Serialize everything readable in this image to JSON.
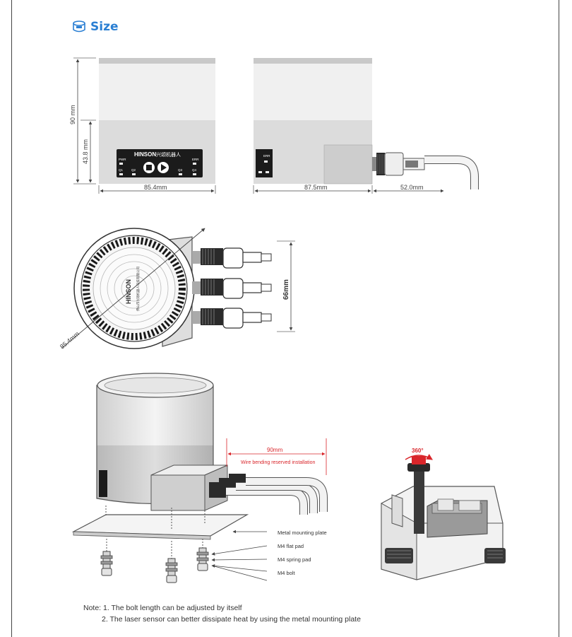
{
  "header": {
    "title": "Size",
    "icon": "sensor-icon",
    "accent": "#2a7fd3"
  },
  "front_view": {
    "dim_height_total": "90 mm",
    "dim_height_lower": "43.8 mm",
    "dim_width": "85.4mm",
    "panel": {
      "brand": "HINSON",
      "brand_cn": "兴颂机器人",
      "led_pwr": "PWR",
      "led_err": "ERR",
      "led_q1": "Q1",
      "led_q2": "Q2",
      "led_q3": "Q3",
      "led_q4": "Q4"
    }
  },
  "side_view": {
    "dim_body": "87.5mm",
    "dim_cable": "52.0mm",
    "led_err": "ERR"
  },
  "top_view": {
    "dim_diameter": "85.4mm",
    "dim_connectors": "66mm",
    "label_brand": "HINSON",
    "label_cn": "佛山市兴颂机器人科技有限公司"
  },
  "install_view": {
    "dim_bend": "90mm",
    "bend_note": "Wire bending reserved installation",
    "callouts": [
      "Metal mounting plate",
      "M4 flat pad",
      "M4 spring pad",
      "M4 bolt"
    ]
  },
  "robot_view": {
    "rotation": "360°",
    "accent": "#d9262b"
  },
  "notes": {
    "line1": "Note: 1. The bolt length can be adjusted by itself",
    "line2": "2. The laser sensor can better dissipate heat by using the metal mounting plate"
  }
}
